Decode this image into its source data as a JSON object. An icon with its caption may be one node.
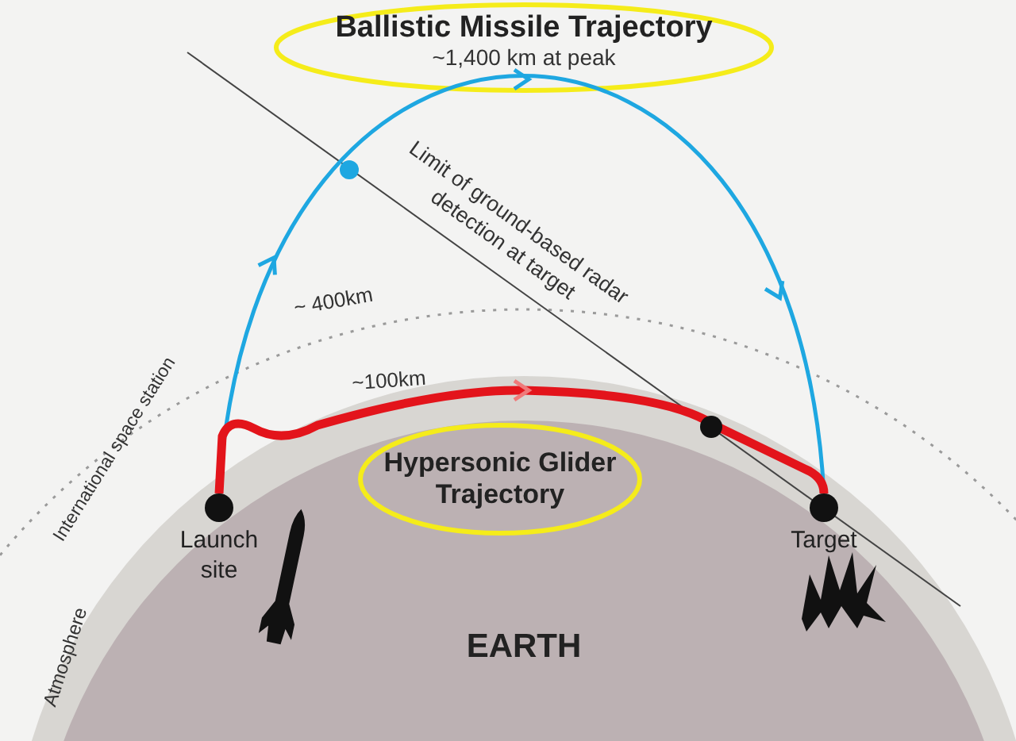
{
  "diagram": {
    "nodes": [
      {
        "text": [
          "Launch site"
        ]
      },
      {
        "text": [
          "Target"
        ]
      }
    ],
    "edges": [
      {
        "from": 0,
        "to": 1,
        "arrow": "to",
        "color": "#1ea7e1"
      },
      {
        "from": 0,
        "to": 1,
        "arrow": "to",
        "color": "#e3141b",
        "style": "thick"
      }
    ],
    "labels": [
      "Ballistic Missile Trajectory",
      "~1,400 km at peak",
      "Limit of ground-based radar detection at target",
      "~ 400km",
      "~100km",
      "International space station",
      "Hypersonic Glider Trajectory",
      "EARTH",
      "Atmosphere"
    ]
  }
}
